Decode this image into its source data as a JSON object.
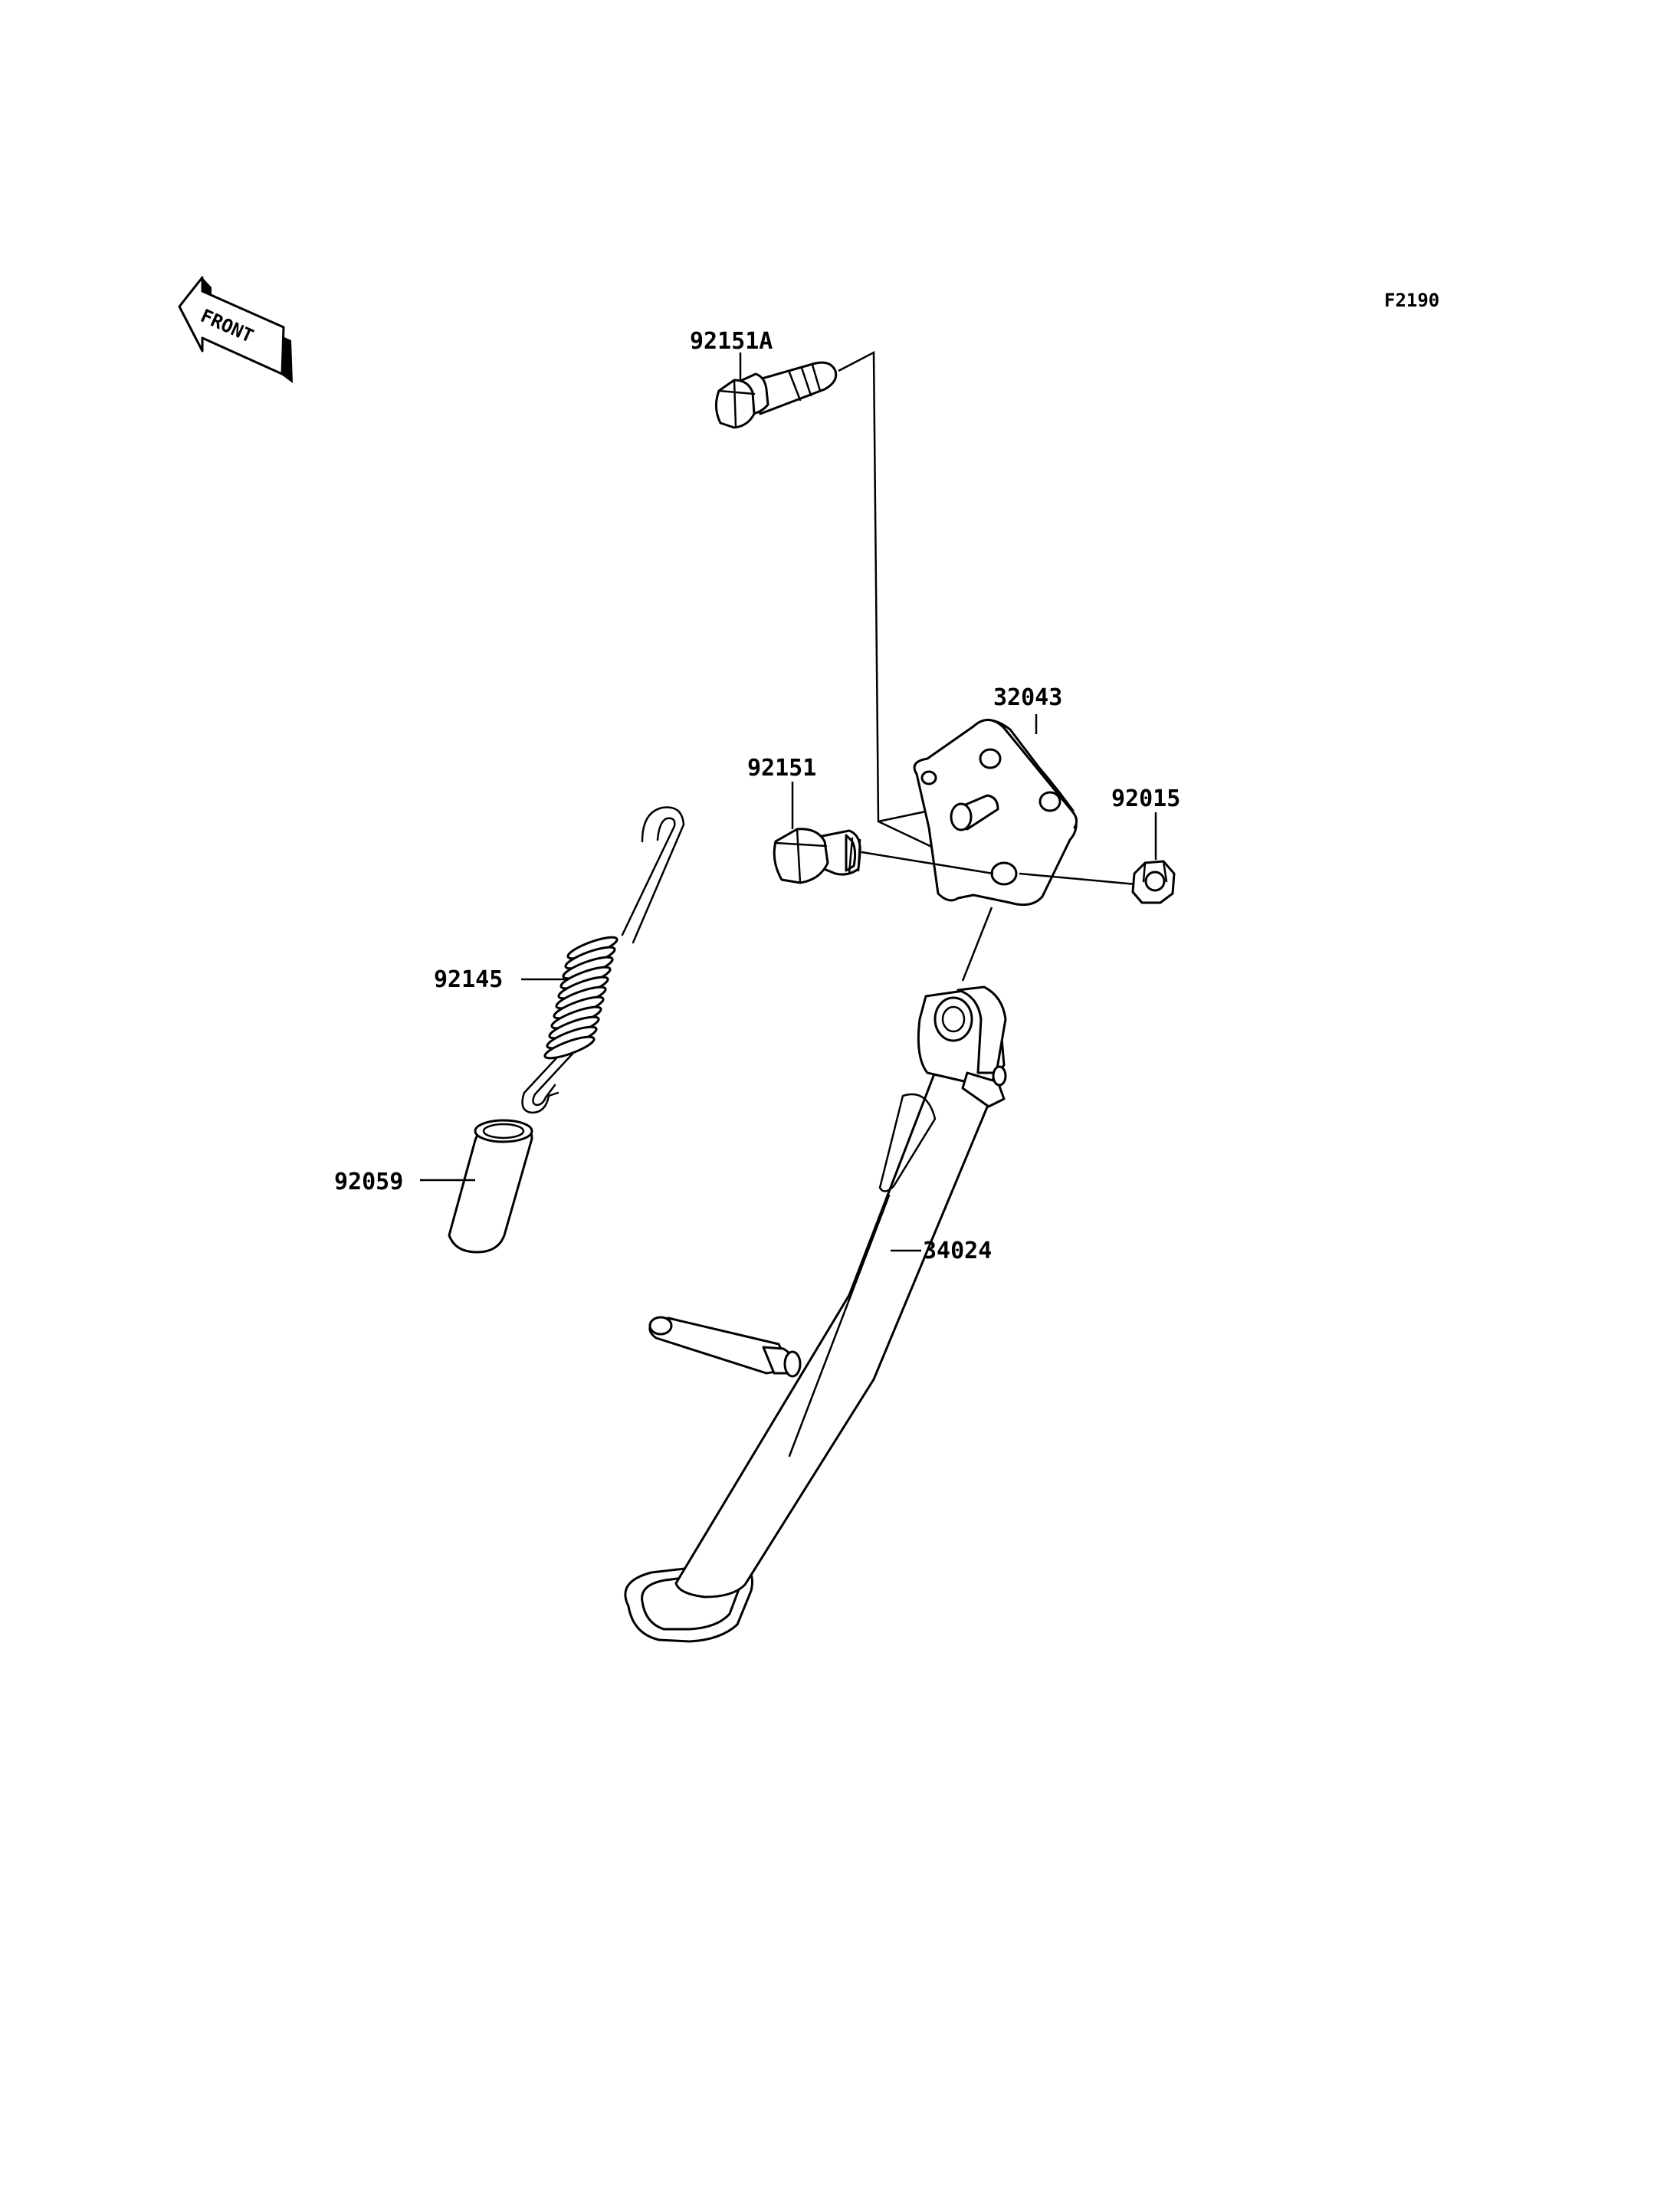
{
  "figure": {
    "code": "F2190"
  },
  "front_indicator": {
    "text": "FRONT"
  },
  "parts": {
    "bolt_a": "92151A",
    "bracket": "32043",
    "bolt": "92151",
    "nut": "92015",
    "spring": "92145",
    "collar": "92059",
    "stand": "34024"
  }
}
